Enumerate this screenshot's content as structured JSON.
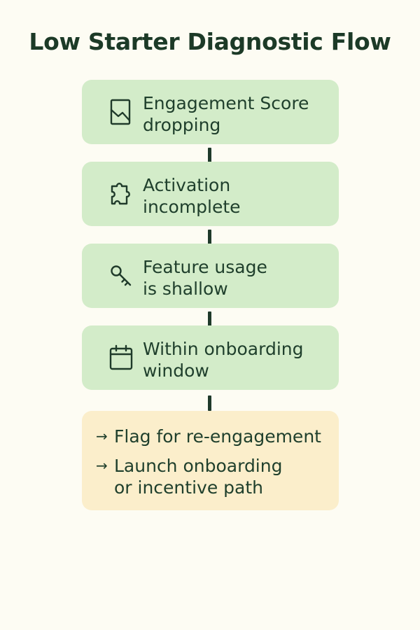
{
  "title": "Low Starter Diagnostic Flow",
  "steps": [
    {
      "label": "Engagement Score\ndropping",
      "icon": "declining-chart-icon"
    },
    {
      "label": "Activation\nincomplete",
      "icon": "puzzle-icon"
    },
    {
      "label": "Feature usage\nis shallow",
      "icon": "key-icon"
    },
    {
      "label": "Within onboarding\nwindow",
      "icon": "calendar-icon"
    }
  ],
  "outcome": {
    "arrow": "→",
    "actions": [
      "Flag for re-engagement",
      "Launch onboarding\nor incentive path"
    ]
  },
  "colors": {
    "background": "#fdfcf3",
    "step_fill": "#d3ecc9",
    "outcome_fill": "#fbeecb",
    "text": "#1f3f2c",
    "connector": "#1f3a2a"
  }
}
